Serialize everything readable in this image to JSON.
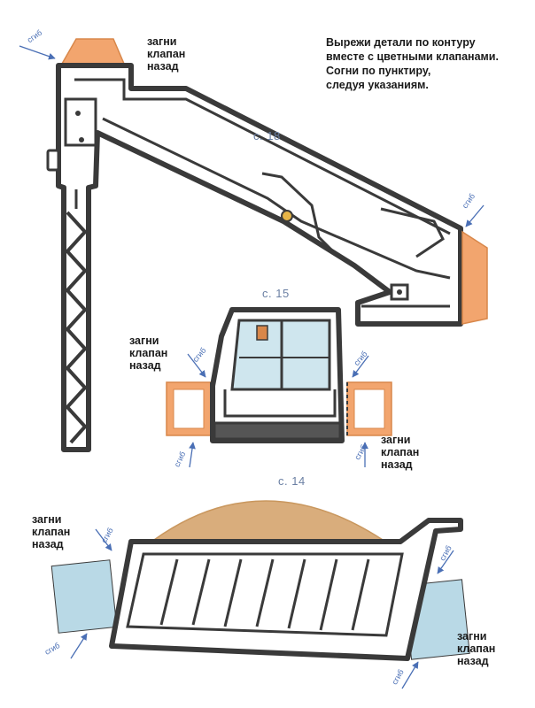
{
  "instructions": {
    "line1": "Вырежи детали по контуру",
    "line2": "вместе с цветными клапанами.",
    "line3": "Согни по пунктиру,",
    "line4": "следуя указаниям."
  },
  "fold_label": {
    "line1": "загни",
    "line2": "клапан",
    "line3": "назад"
  },
  "fold_word": "сгиб",
  "pages": {
    "boom": "с. 18",
    "cab": "с. 15",
    "bucket": "с. 14"
  },
  "colors": {
    "outline": "#3a3a3a",
    "orange_flap": "#f2a56e",
    "orange_dark": "#d8874a",
    "sand": "#d9ad7c",
    "blue_flap": "#b9d9e6",
    "glass": "#cfe6ee",
    "arrow": "#4a6fb5"
  }
}
